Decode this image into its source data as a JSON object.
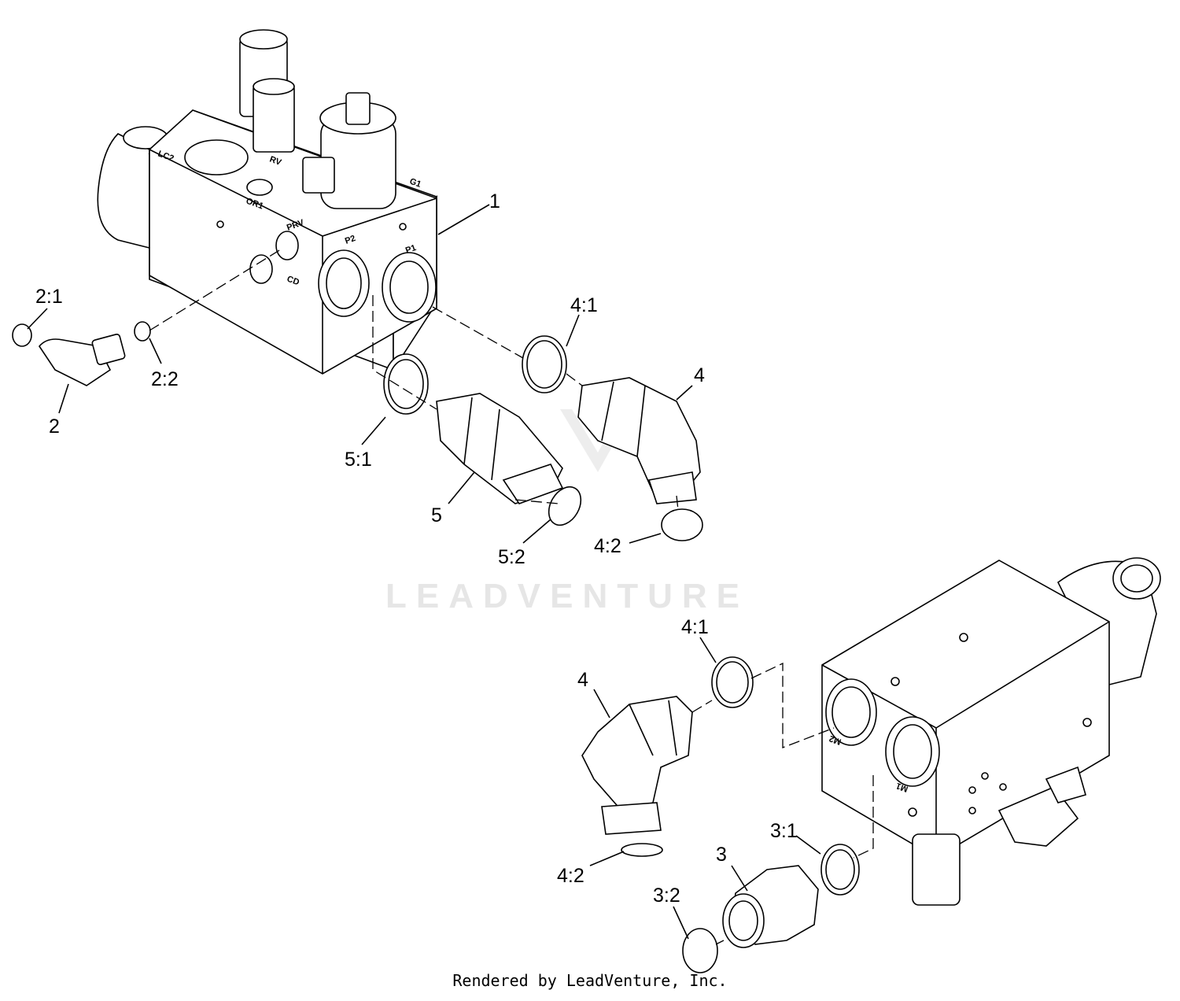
{
  "watermark": "LEADVENTURE",
  "credit": "Rendered by LeadVenture, Inc.",
  "callouts": {
    "c1": "1",
    "c2": "2",
    "c2_1": "2:1",
    "c2_2": "2:2",
    "c3": "3",
    "c3_1": "3:1",
    "c3_2": "3:2",
    "c4_top": "4",
    "c4_1_top": "4:1",
    "c4_2_top": "4:2",
    "c4_bottom": "4",
    "c4_1_bottom": "4:1",
    "c4_2_bottom": "4:2",
    "c5": "5",
    "c5_1": "5:1",
    "c5_2": "5:2"
  },
  "port_labels": {
    "lc2": "LC2",
    "rv": "RV",
    "or1": "OR1",
    "prv": "PRV",
    "cd": "CD",
    "p2": "P2",
    "p1": "P1",
    "g1": "G1",
    "m2": "M2",
    "m1": "M1"
  }
}
